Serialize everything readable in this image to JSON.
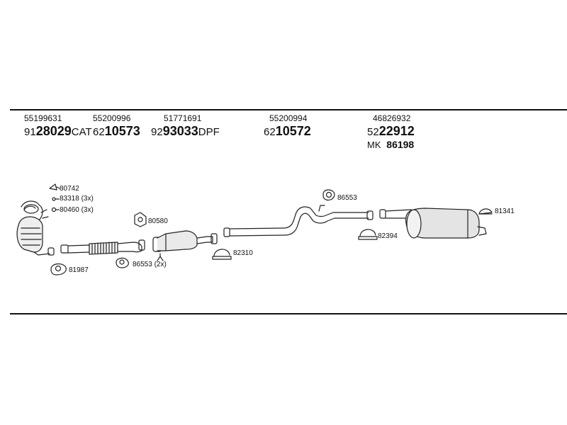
{
  "headers": [
    {
      "oe": "55199631",
      "prefix": "91",
      "number": "28029",
      "suffix": "CAT"
    },
    {
      "oe": "55200996",
      "prefix": "62",
      "number": "10573",
      "suffix": ""
    },
    {
      "oe": "51771691",
      "prefix": "92",
      "number": "93033",
      "suffix": "DPF"
    },
    {
      "oe": "55200994",
      "prefix": "62",
      "number": "10572",
      "suffix": ""
    },
    {
      "oe": "46826932",
      "prefix": "52",
      "number": "22912",
      "suffix": "",
      "kit_label": "MK",
      "kit_number": "86198"
    }
  ],
  "callouts": {
    "c80742": "80742",
    "c83318": "83318 (3x)",
    "c80460": "80460 (3x)",
    "c81987": "81987",
    "c80580": "80580",
    "c86553a": "86553 (2x)",
    "c82310": "82310",
    "c86553b": "86553",
    "c82394": "82394",
    "c81341": "81341"
  }
}
